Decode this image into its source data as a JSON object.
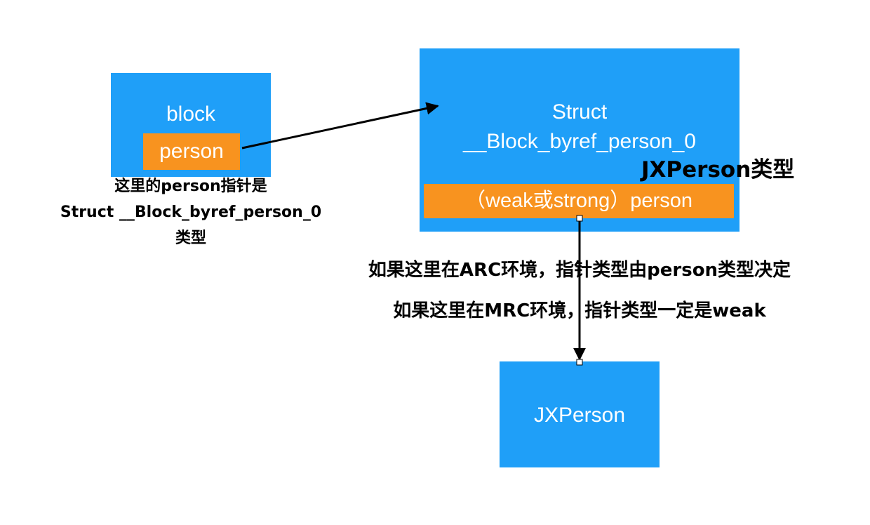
{
  "block": {
    "title": "block",
    "field": "person"
  },
  "block_note": {
    "line1": "这里的person指针是",
    "line2": "Struct __Block_byref_person_0",
    "line3": "类型"
  },
  "struct": {
    "title_line1": "Struct",
    "title_line2": "__Block_byref_person_0",
    "field": "（weak或strong）person"
  },
  "struct_type_label": "JXPerson类型",
  "arc_note": "如果这里在ARC环境，指针类型由person类型决定",
  "mrc_note": "如果这里在MRC环境，指针类型一定是weak",
  "jxperson": {
    "title": "JXPerson"
  },
  "colors": {
    "box": "#1f9ff8",
    "field": "#f8931f",
    "line": "#000000"
  }
}
